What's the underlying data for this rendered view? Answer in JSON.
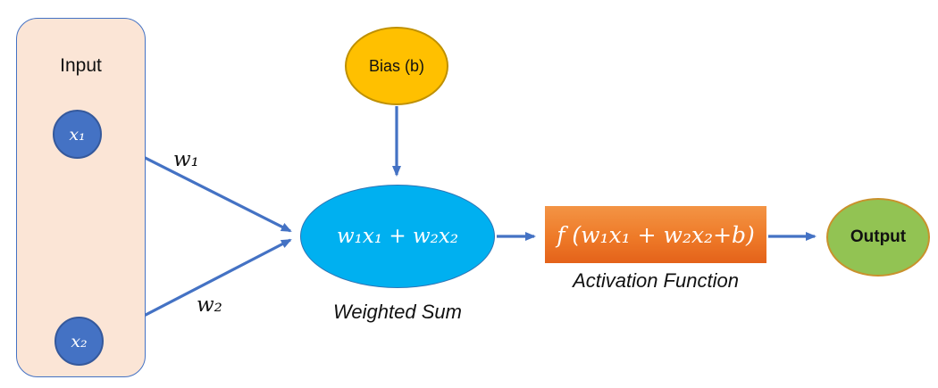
{
  "diagram": {
    "type": "neural-network-perceptron",
    "input_group": {
      "label": "Input",
      "nodes": [
        {
          "label": "x₁"
        },
        {
          "label": "x₂"
        }
      ]
    },
    "weights": [
      {
        "label": "w₁"
      },
      {
        "label": "w₂"
      }
    ],
    "bias": {
      "label": "Bias (b)"
    },
    "weighted_sum": {
      "formula": "w₁x₁ + w₂x₂",
      "caption": "Weighted Sum"
    },
    "activation": {
      "formula": "f (w₁x₁ + w₂x₂+b)",
      "caption": "Activation Function"
    },
    "output": {
      "label": "Output"
    },
    "colors": {
      "arrow": "#4472C4",
      "input_box_fill": "#FBE5D6",
      "input_box_border": "#4472C4",
      "input_node_fill": "#4472C4",
      "bias_fill": "#FFC000",
      "bias_border": "#BF9000",
      "weighted_sum_fill": "#00B0F0",
      "weighted_sum_border": "#2E75B6",
      "activation_fill_top": "#F39445",
      "activation_fill_bottom": "#E4621A",
      "output_fill": "#92C353",
      "output_border": "#C9912C"
    }
  }
}
